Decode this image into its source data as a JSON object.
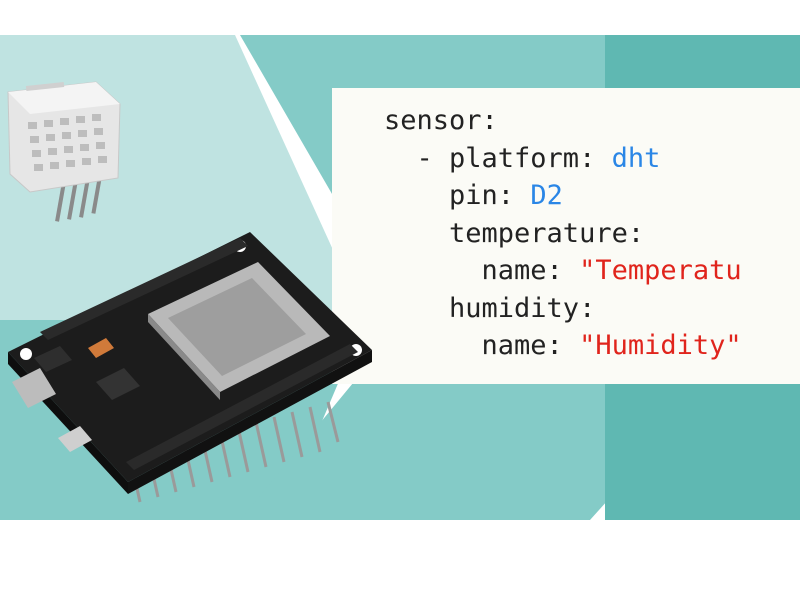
{
  "colors": {
    "background": "#ffffff",
    "teal_light": "#bfe3e1",
    "teal_mid": "#84cbc7",
    "teal_dark": "#5fb8b2",
    "code_panel": "#fbfbf6",
    "code_text": "#222222",
    "code_value_blue": "#2a86e6",
    "code_string_red": "#e0241c",
    "pcb": "#1c1c1c",
    "module": "#b9b9b9"
  },
  "illustrations": {
    "sensor": "dht-sensor-module",
    "board": "esp32-dev-board"
  },
  "code": {
    "lines": [
      {
        "indent": "",
        "key": "sensor:",
        "value": "",
        "value_color": ""
      },
      {
        "indent": "  ",
        "key": "- platform: ",
        "value": "dht",
        "value_color": "blue"
      },
      {
        "indent": "    ",
        "key": "pin: ",
        "value": "D2",
        "value_color": "blue"
      },
      {
        "indent": "    ",
        "key": "temperature:",
        "value": "",
        "value_color": ""
      },
      {
        "indent": "      ",
        "key": "name: ",
        "value": "\"Temperatu",
        "value_color": "red"
      },
      {
        "indent": "    ",
        "key": "humidity:",
        "value": "",
        "value_color": ""
      },
      {
        "indent": "      ",
        "key": "name: ",
        "value": "\"Humidity\"",
        "value_color": "red"
      }
    ]
  }
}
